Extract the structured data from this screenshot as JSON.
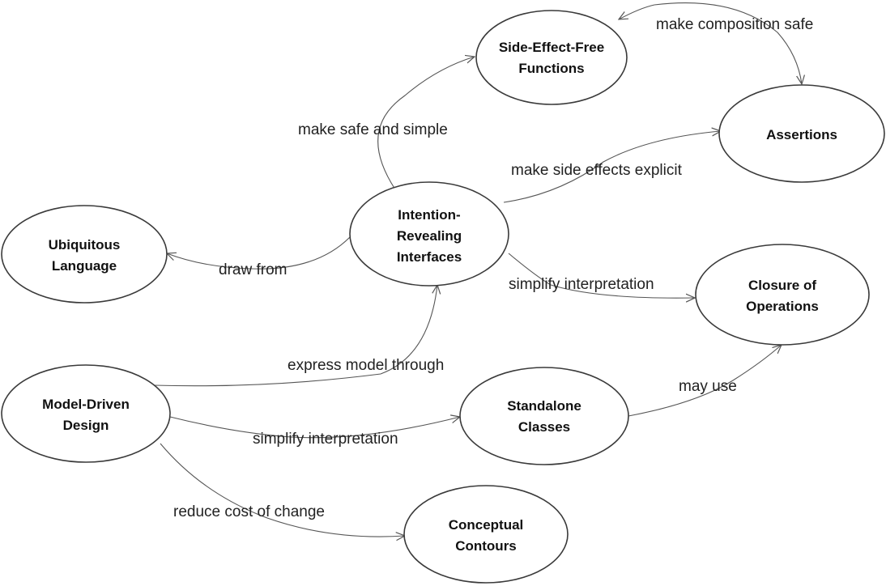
{
  "nodes": {
    "side_effect_free": {
      "line1": "Side-Effect-Free",
      "line2": "Functions"
    },
    "assertions": {
      "line1": "Assertions"
    },
    "intention_revealing": {
      "line1": "Intention-",
      "line2": "Revealing",
      "line3": "Interfaces"
    },
    "ubiquitous_language": {
      "line1": "Ubiquitous",
      "line2": "Language"
    },
    "closure_of_operations": {
      "line1": "Closure of",
      "line2": "Operations"
    },
    "model_driven_design": {
      "line1": "Model-Driven",
      "line2": "Design"
    },
    "standalone_classes": {
      "line1": "Standalone",
      "line2": "Classes"
    },
    "conceptual_contours": {
      "line1": "Conceptual",
      "line2": "Contours"
    }
  },
  "edges": {
    "make_composition_safe": "make composition safe",
    "make_safe_and_simple": "make safe and simple",
    "make_side_effects_explicit": "make side effects explicit",
    "draw_from": "draw from",
    "simplify_interpretation_ir": "simplify interpretation",
    "express_model_through": "express model through",
    "simplify_interpretation_md": "simplify interpretation",
    "may_use": "may use",
    "reduce_cost_of_change": "reduce cost of change"
  }
}
